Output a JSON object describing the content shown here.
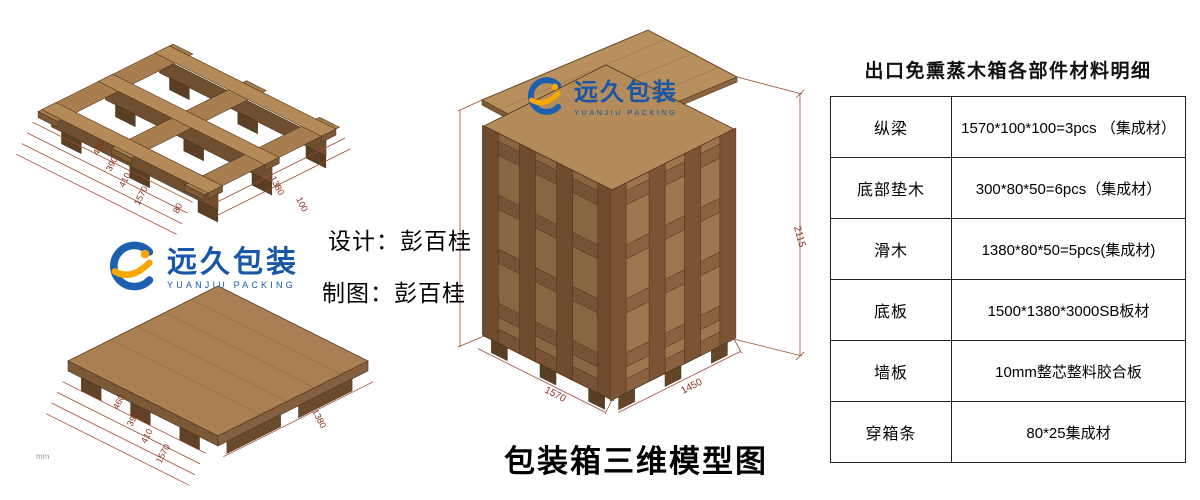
{
  "page": {
    "main_title": "包装箱三维模型图",
    "unit_note": "mm"
  },
  "logo": {
    "title": "远久包装",
    "subtitle": "YUANJIU PACKING"
  },
  "credits": {
    "design": "设计：彭百桂",
    "draft": "制图：彭百桂"
  },
  "parts_table": {
    "title": "出口免熏蒸木箱各部件材料明细",
    "rows": [
      {
        "part": "纵梁",
        "spec": "1570*100*100=3pcs （集成材）"
      },
      {
        "part": "底部垫木",
        "spec": "300*80*50=6pcs（集成材）"
      },
      {
        "part": "滑木",
        "spec": "1380*80*50=5pcs(集成材)"
      },
      {
        "part": "底板",
        "spec": "1500*1380*3000SB板材"
      },
      {
        "part": "墙板",
        "spec": "10mm整芯整料胶合板"
      },
      {
        "part": "穿箱条",
        "spec": "80*25集成材"
      }
    ]
  },
  "drawings": {
    "pallet_frame": {
      "dims_left": [
        "460",
        "390",
        "410",
        "1570",
        "80"
      ],
      "dims_right": [
        "1380",
        "100"
      ]
    },
    "pallet_deck": {
      "dims_left": [
        "460",
        "390",
        "410",
        "1570"
      ],
      "dims_right": [
        "1380"
      ]
    },
    "crate": {
      "dim_width": "1570",
      "dim_depth": "1450",
      "dim_height": "2115"
    }
  },
  "colors": {
    "logo_blue": "#1857a7",
    "logo_yellow": "#f7a800",
    "wood_light": "#b48b5a",
    "wood_mid": "#8a6541",
    "wood_dark": "#6e4c2d",
    "dimension_line": "#9c4a2f"
  }
}
